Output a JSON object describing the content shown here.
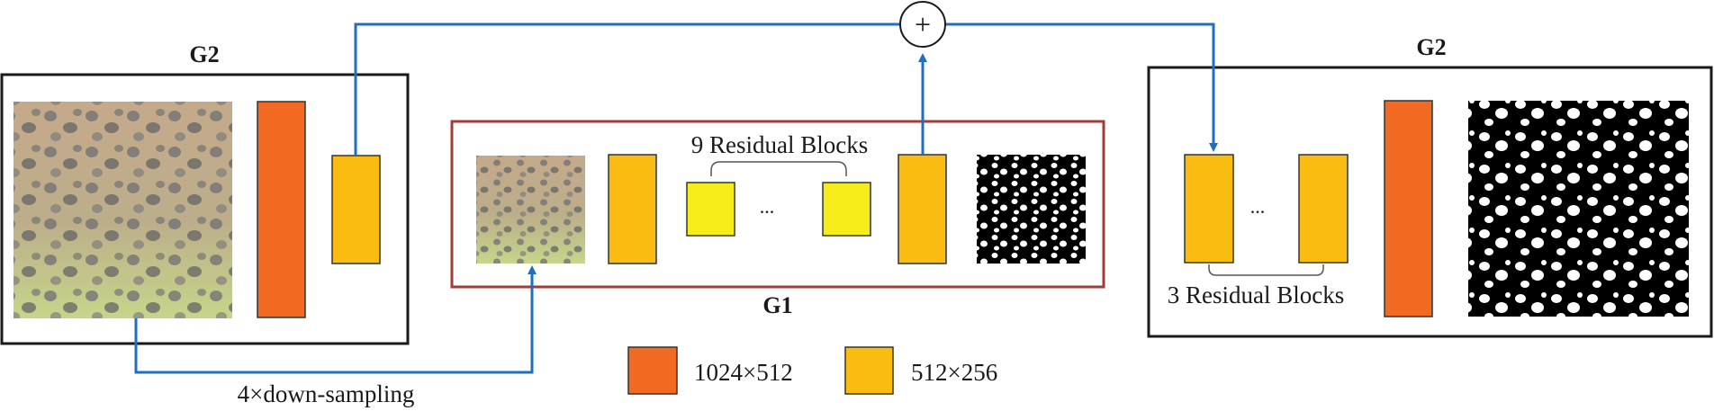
{
  "left_module": {
    "label": "G2"
  },
  "center_module": {
    "label": "G1",
    "residual_label": "9 Residual Blocks",
    "ellipsis": "..."
  },
  "right_module": {
    "label": "G2",
    "residual_label": "3 Residual Blocks",
    "ellipsis": "..."
  },
  "downsample_label": "4×down-sampling",
  "sum_symbol": "+",
  "legend": [
    {
      "label": "1024×512",
      "color": "#f26a21"
    },
    {
      "label": "512×256",
      "color": "#fbbc12"
    }
  ],
  "colors": {
    "orange": "#f26a21",
    "amber": "#fbbc12",
    "yellow": "#f5ec19",
    "arrow": "#1f6fc0",
    "g1_border": "#a33c34",
    "g2_border": "#1a1a1a"
  },
  "icons": [
    "cell-photo-large",
    "cell-photo-small",
    "segmentation-mask-small",
    "segmentation-mask-large",
    "plus-circle-icon",
    "arrow-icon"
  ]
}
